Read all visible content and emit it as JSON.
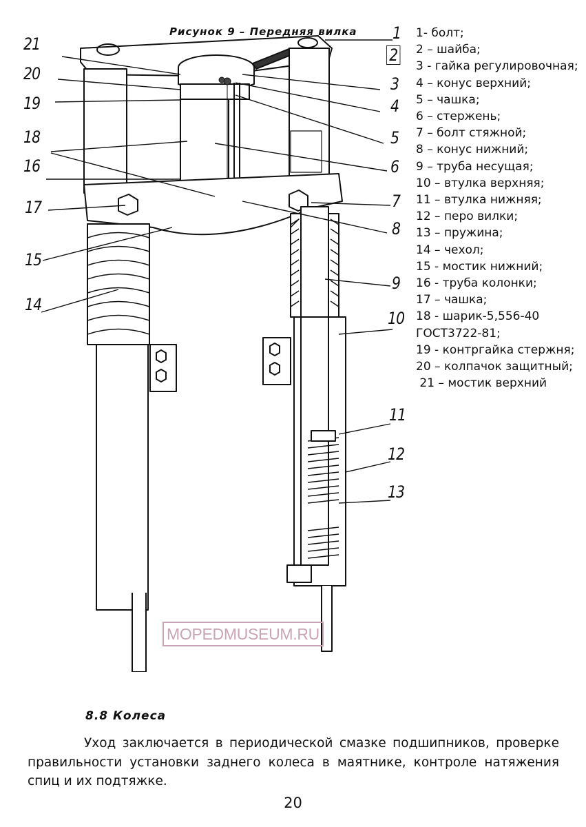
{
  "figure": {
    "title": "Рисунок 9 – Передняя вилка",
    "watermark": "MOPEDMUSEUM.RU",
    "callouts": [
      "1",
      "2",
      "3",
      "4",
      "5",
      "6",
      "7",
      "8",
      "9",
      "10",
      "11",
      "12",
      "13",
      "14",
      "15",
      "16",
      "17",
      "18",
      "19",
      "20",
      "21"
    ],
    "legend": [
      "1- болт;",
      "2 – шайба;",
      "3 - гайка регулировочная;",
      "4 – конус верхний;",
      "5 – чашка;",
      "6 – стержень;",
      "7 – болт стяжной;",
      "8 – конус нижний;",
      "9 – труба несущая;",
      "10 – втулка верхняя;",
      "11 – втулка нижняя;",
      "12 – перо вилки;",
      "13 – пружина;",
      "14 – чехол;",
      "15 - мостик нижний;",
      "16 - труба колонки;",
      "17 – чашка;",
      "18 - шарик-5,556-40 ГОСТ3722-81;",
      "19 - контргайка стержня;",
      "20 – колпачок защитный;",
      " 21 – мостик верхний"
    ]
  },
  "section": {
    "heading": "8.8 Колеса",
    "paragraph": "Уход заключается в периодической смазке подшипников, проверке правильности установки заднего колеса в маятнике, контроле натяжения спиц и их подтяжке."
  },
  "page_number": "20"
}
